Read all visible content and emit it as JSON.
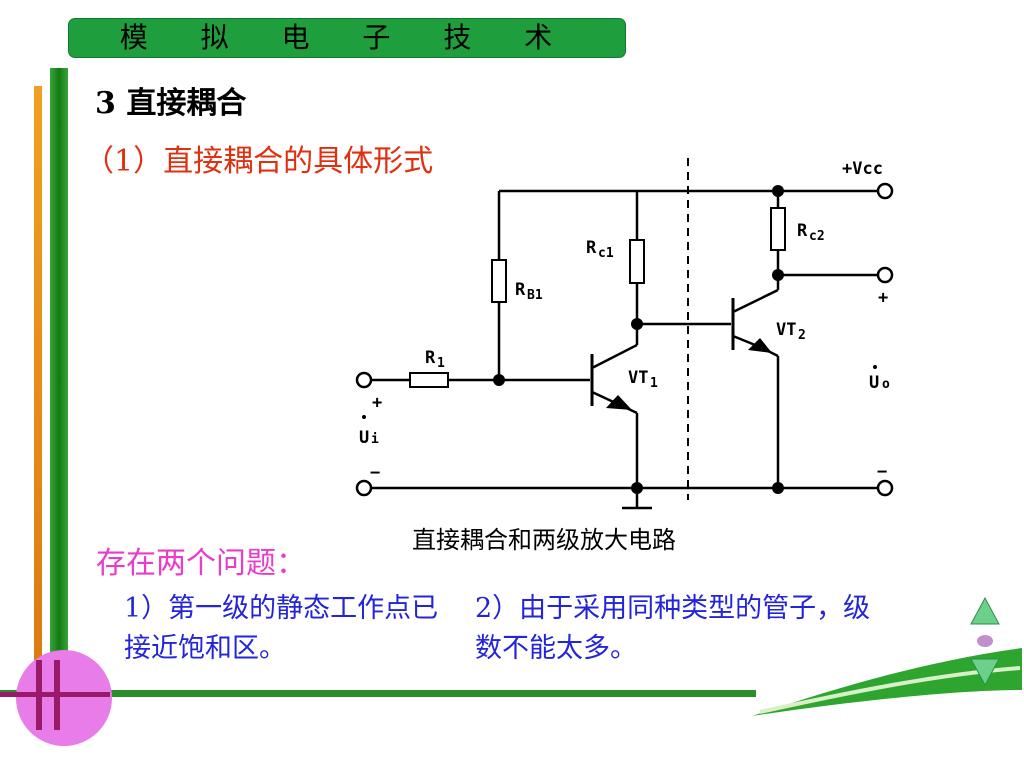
{
  "header": {
    "title": "模 拟 电 子 技 术"
  },
  "section": {
    "heading": "3 直接耦合",
    "subheading": "（1）直接耦合的具体形式"
  },
  "figure": {
    "caption": "直接耦合和两级放大电路",
    "labels": {
      "vcc": "+Vcc",
      "rc1_main": "R",
      "rc1_sub": "c1",
      "rc2_main": "R",
      "rc2_sub": "c2",
      "rb1_main": "R",
      "rb1_sub": "B1",
      "r1_main": "R",
      "r1_sub": "1",
      "vt1_main": "VT",
      "vt1_sub": "1",
      "vt2_main": "VT",
      "vt2_sub": "2",
      "plus_in": "+",
      "minus_in": "−",
      "ui_main": "U",
      "ui_sub": "i",
      "plus_out": "+",
      "minus_out": "−",
      "uo_main": "U",
      "uo_sub": "o"
    }
  },
  "problems": {
    "title": "存在两个问题：",
    "item1": "1）第一级的静态工作点已接近饱和区。",
    "item2": "2）由于采用同种类型的管子，级数不能太多。"
  },
  "colors": {
    "title_bar": "#1e9e3c",
    "subheading": "#e03010",
    "problems_title": "#e83dc8",
    "items": "#2424d8"
  }
}
